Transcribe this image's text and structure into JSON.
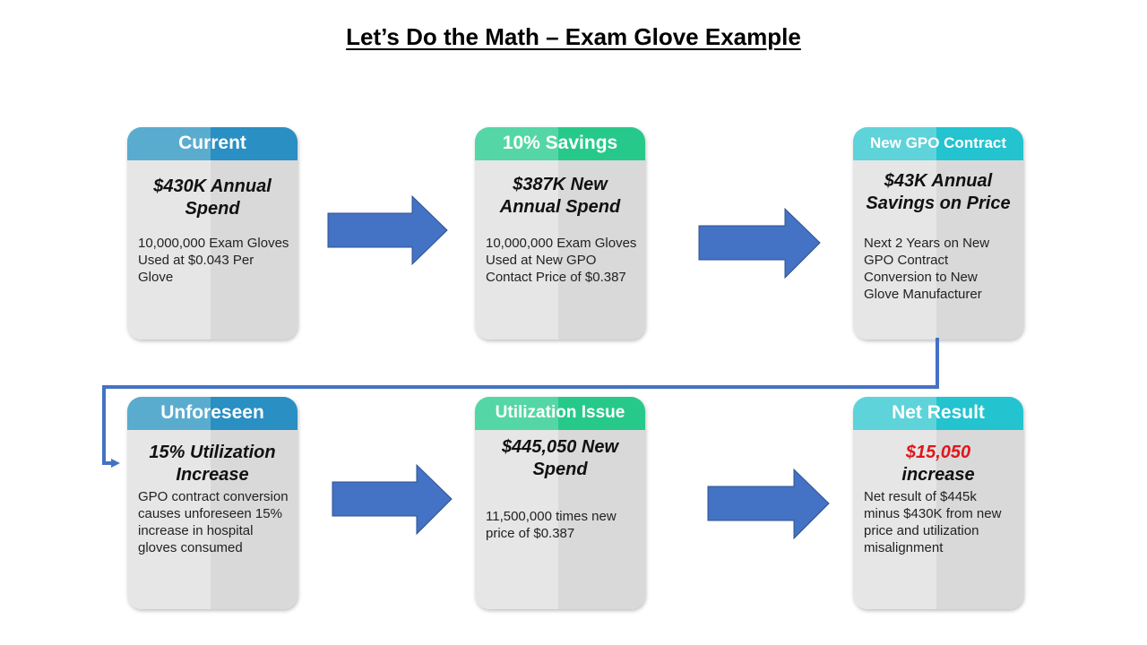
{
  "title": "Let’s Do the Math – Exam Glove Example",
  "cards": [
    {
      "header": "Current",
      "main": "$430K Annual Spend",
      "desc": "10,000,000 Exam Gloves Used at $0.043 Per Glove"
    },
    {
      "header": "10%  Savings",
      "main": "$387K New Annual Spend",
      "desc": "10,000,000 Exam Gloves Used at New GPO Contact Price of $0.387"
    },
    {
      "header": "New GPO Contract",
      "main": "$43K Annual Savings on Price",
      "desc": "Next 2 Years on New GPO Contract Conversion to New Glove Manufacturer"
    },
    {
      "header": "Unforeseen",
      "main": "15% Utilization Increase",
      "desc": "GPO contract conversion causes unforeseen 15% increase in hospital gloves consumed"
    },
    {
      "header": "Utilization  Issue",
      "main": "$445,050 New Spend",
      "desc": "11,500,000 times new price of $0.387"
    },
    {
      "header": "Net Result",
      "main_highlight": "$15,050",
      "main": "increase",
      "desc": "Net result of $445k minus $430K from new price and utilization misalignment"
    }
  ],
  "colors": {
    "arrow": "#4472c4",
    "highlight": "#e0161b"
  }
}
